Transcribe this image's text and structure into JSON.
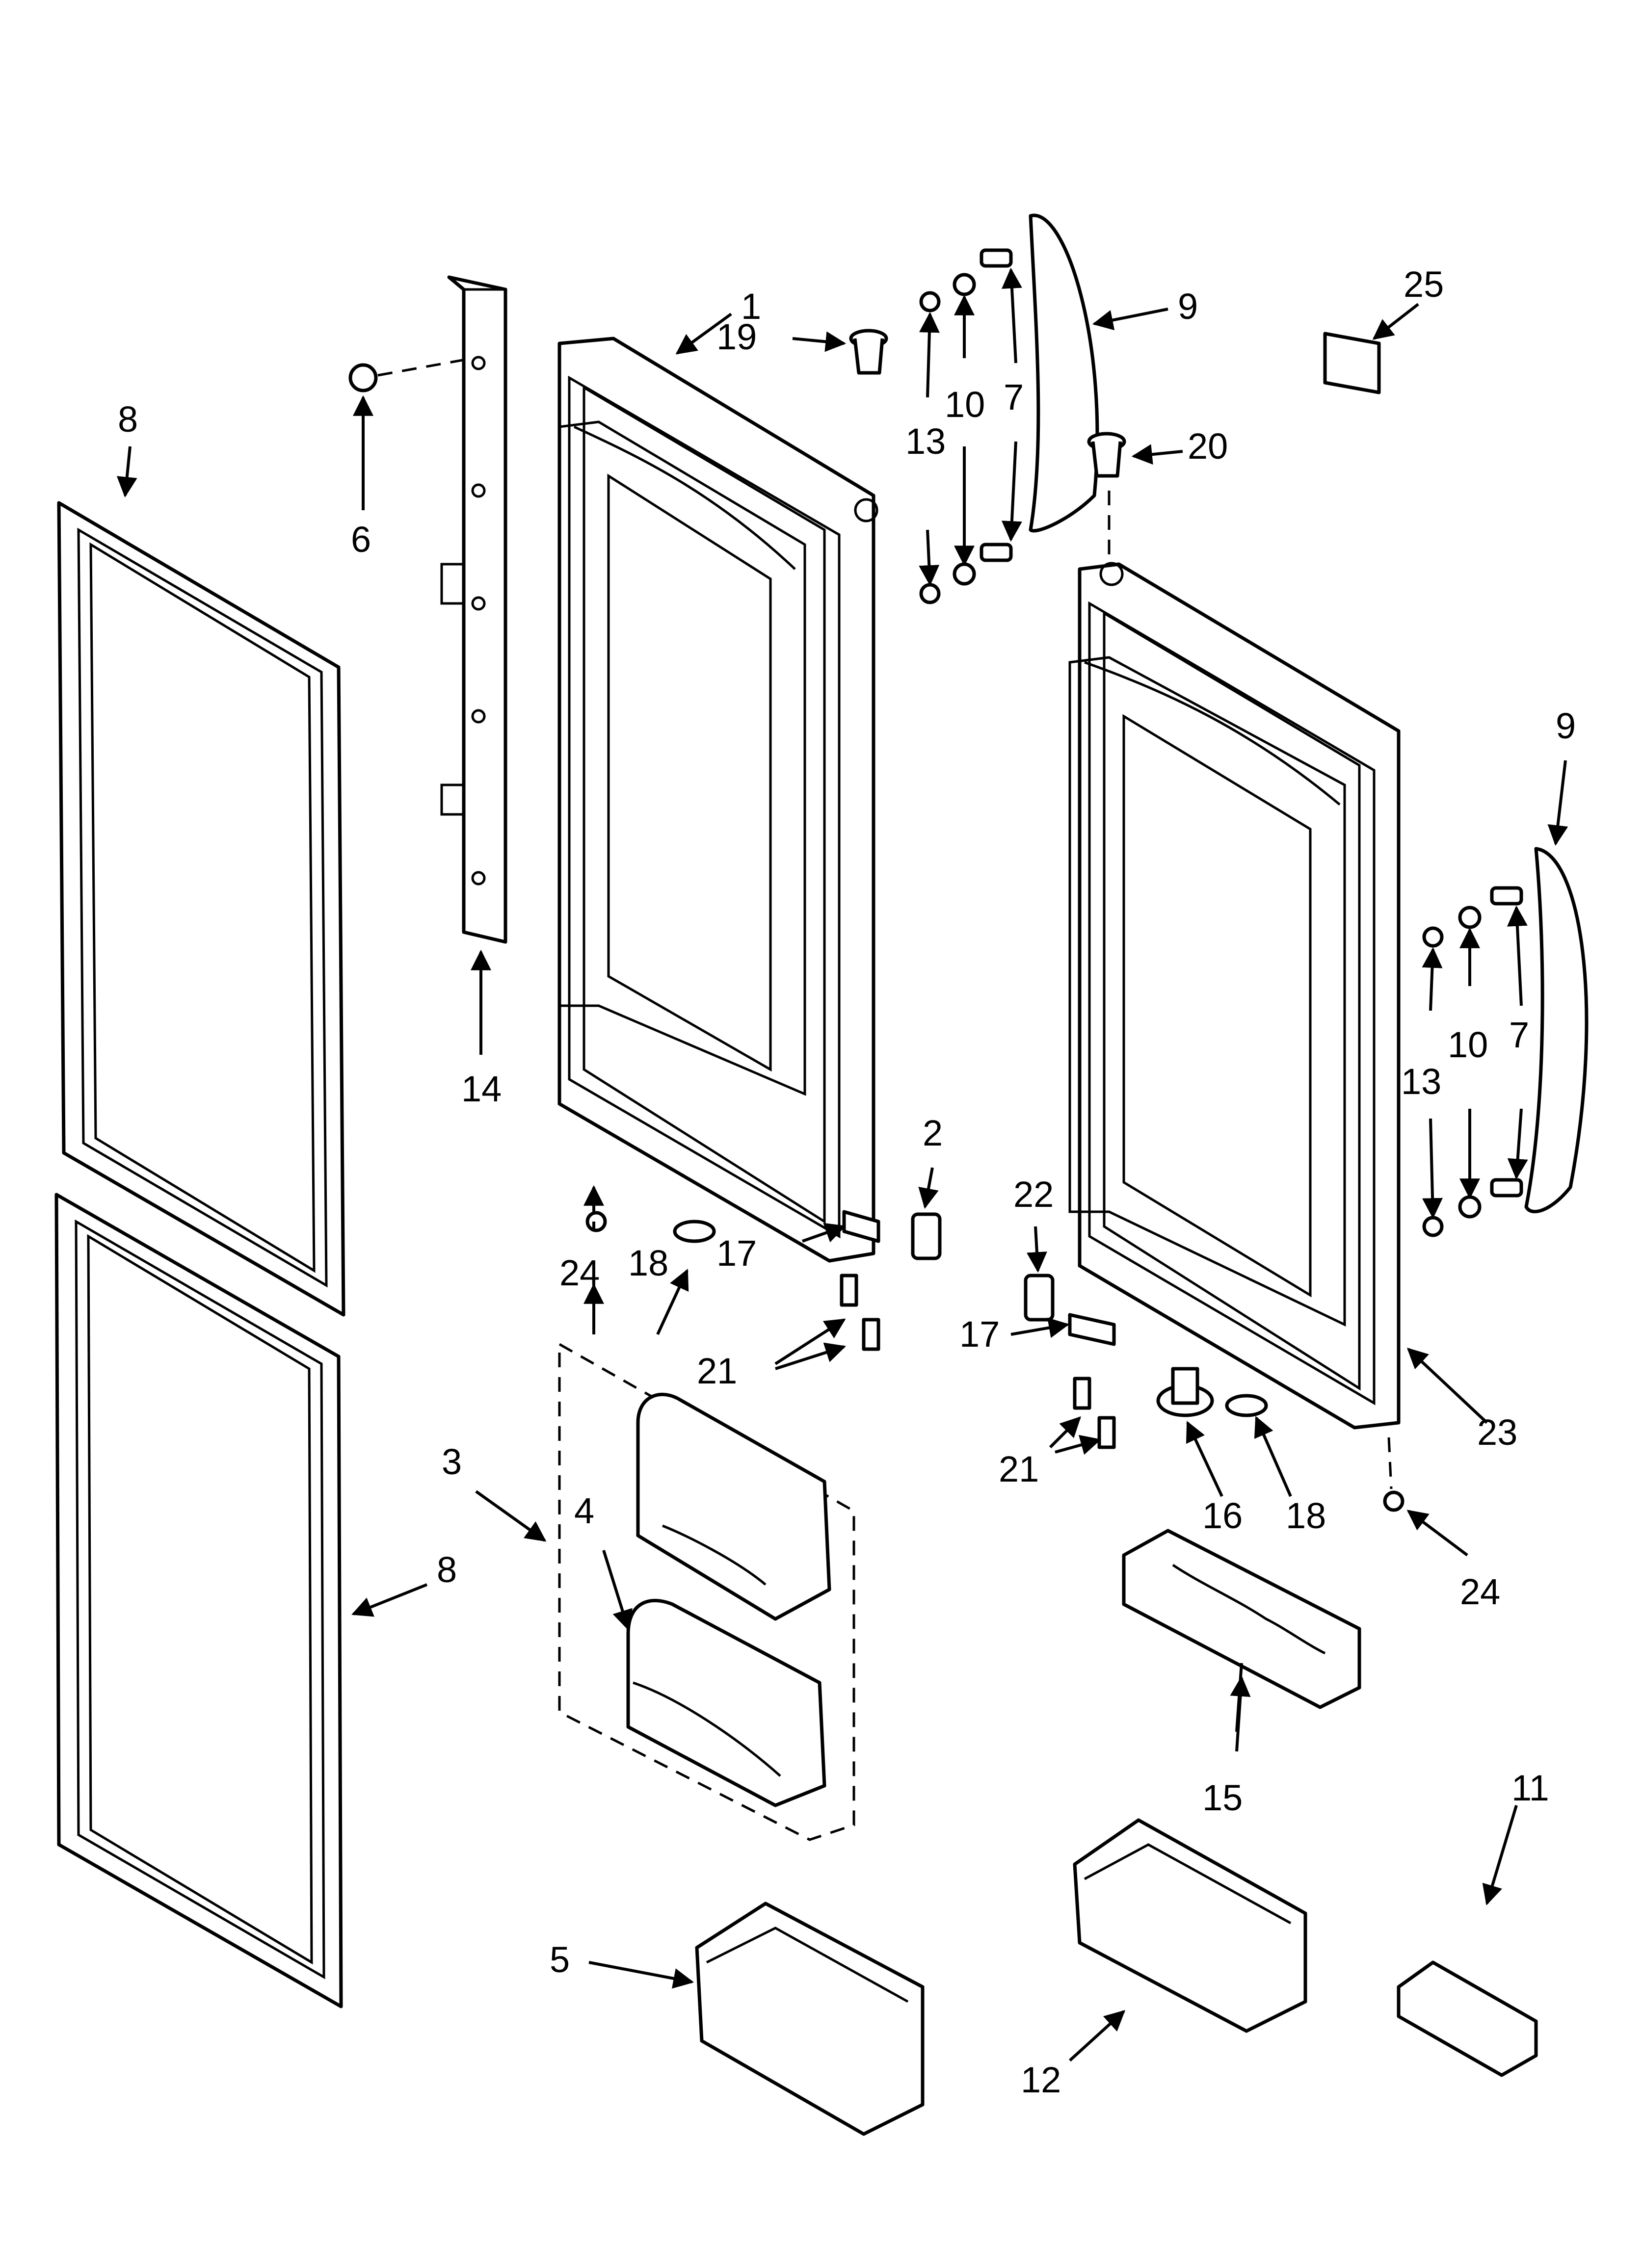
{
  "labels": {
    "l1": "1",
    "l2": "2",
    "l3": "3",
    "l4": "4",
    "l5": "5",
    "l6": "6",
    "l7a": "7",
    "l7b": "7",
    "l8a": "8",
    "l8b": "8",
    "l9a": "9",
    "l9b": "9",
    "l10a": "10",
    "l10b": "10",
    "l11": "11",
    "l12": "12",
    "l13a": "13",
    "l13b": "13",
    "l14": "14",
    "l15": "15",
    "l16": "16",
    "l17a": "17",
    "l17b": "17",
    "l18a": "18",
    "l18b": "18",
    "l19": "19",
    "l20": "20",
    "l21a": "21",
    "l21b": "21",
    "l22": "22",
    "l23": "23",
    "l24a": "24",
    "l24b": "24",
    "l25": "25"
  }
}
